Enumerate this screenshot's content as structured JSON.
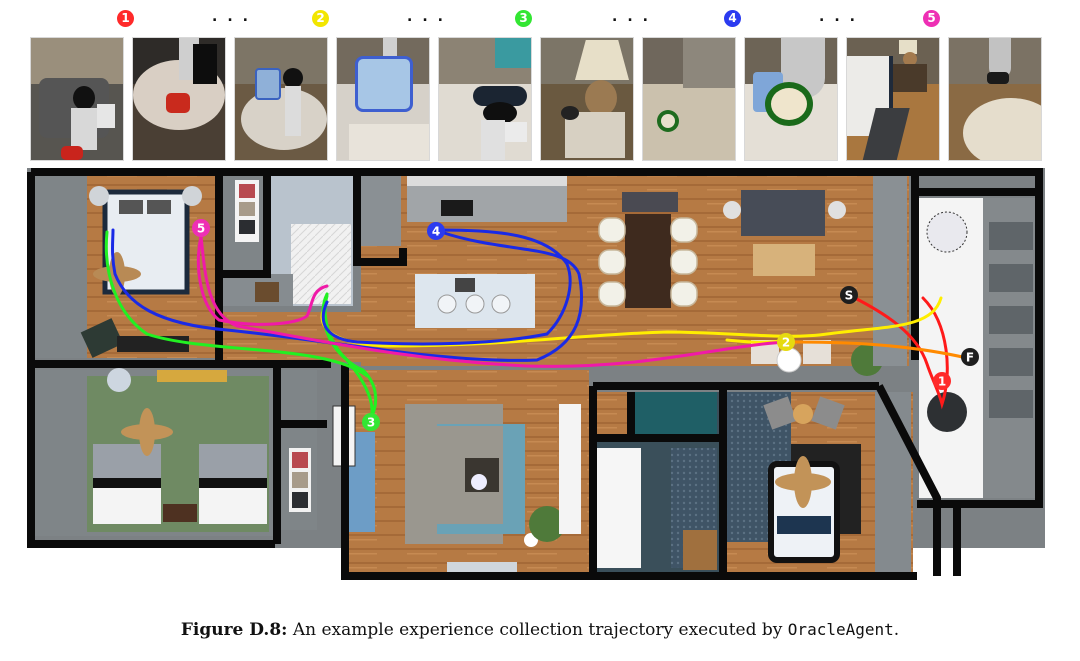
{
  "figure": {
    "caption_label": "Figure D.8:",
    "caption_text": " An example experience collection trajectory executed by ",
    "caption_agent": "OracleAgent",
    "caption_end": "."
  },
  "keyframes": {
    "ellipsis": "...",
    "markers": [
      {
        "label": "1",
        "color": "#ff2a2a"
      },
      {
        "label": "2",
        "color": "#f2e600"
      },
      {
        "label": "3",
        "color": "#33e633"
      },
      {
        "label": "4",
        "color": "#2b3bf0"
      },
      {
        "label": "5",
        "color": "#ee2fb4"
      }
    ],
    "thumbnails": [
      {
        "scene": "robot-arm-holding-red-object-over-sofa"
      },
      {
        "scene": "gripper-holding-red-object-over-round-table"
      },
      {
        "scene": "blue-lunchbox-on-marble-table"
      },
      {
        "scene": "gripper-holding-blue-lunchbox-over-sink"
      },
      {
        "scene": "sneaker-on-counter-with-robot"
      },
      {
        "scene": "lamp-on-nightstand"
      },
      {
        "scene": "green-alarm-clock-on-table"
      },
      {
        "scene": "gripper-holding-green-alarm-clock"
      },
      {
        "scene": "bed-and-nightstand-with-lamp"
      },
      {
        "scene": "gripper-over-round-marble-table"
      }
    ]
  },
  "map": {
    "start_label": "S",
    "finish_label": "F",
    "waypoints": [
      {
        "label": "1",
        "color": "#ff2a2a"
      },
      {
        "label": "2",
        "color": "#f2e600"
      },
      {
        "label": "3",
        "color": "#33e633"
      },
      {
        "label": "4",
        "color": "#2b3bf0"
      },
      {
        "label": "5",
        "color": "#ee2fb4"
      }
    ],
    "path_colors": {
      "segment_1": "#ff1a1a",
      "segment_2": "#ffee00",
      "segment_3": "#22f022",
      "segment_4": "#1a2ae6",
      "segment_5": "#f01aa8",
      "segment_final": "#ff8a00"
    },
    "start_finish_color": "#1e1e1e"
  }
}
